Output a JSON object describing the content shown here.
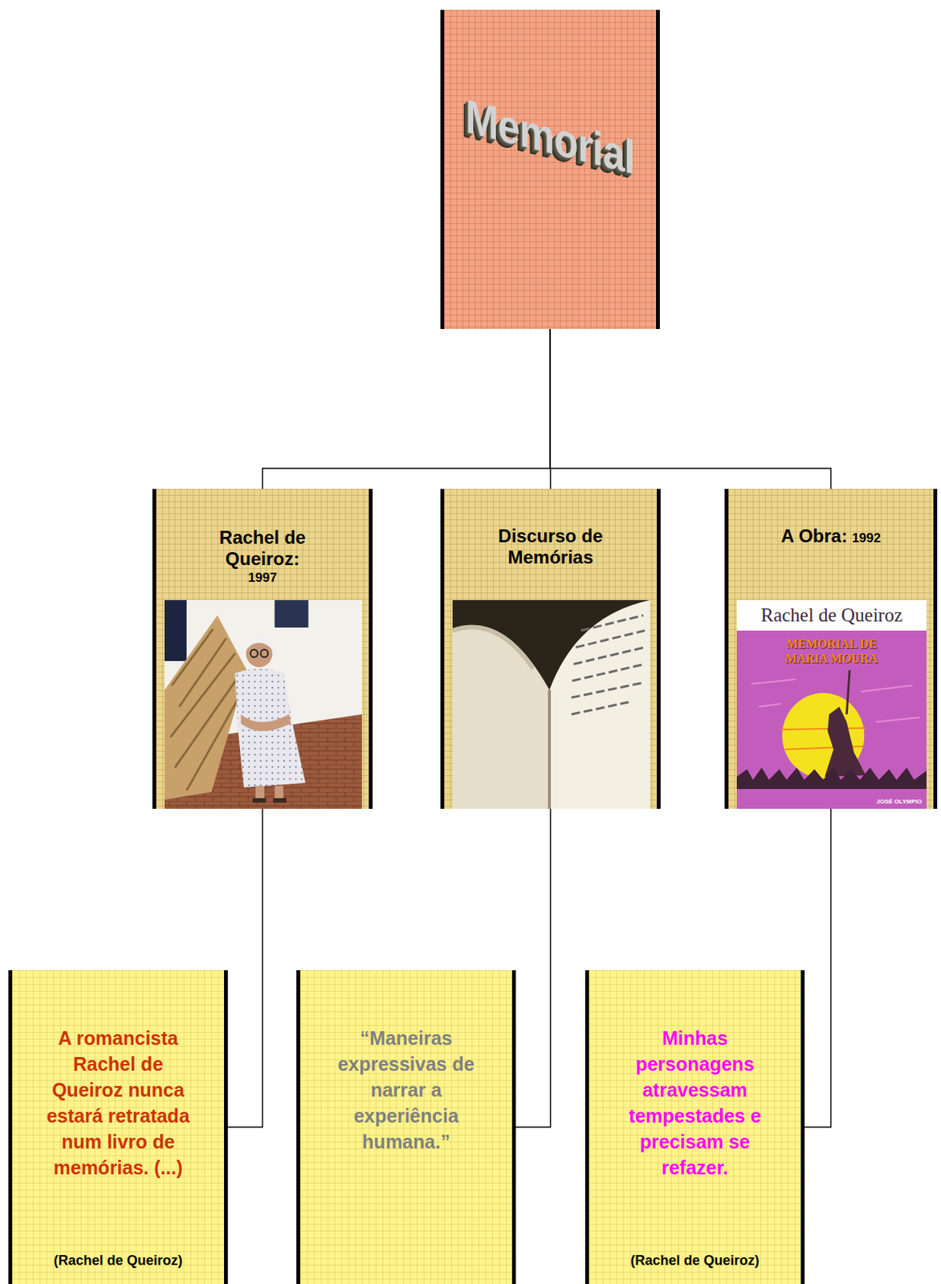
{
  "diagram": {
    "nodes": [
      {
        "text": [
          "Memorial"
        ]
      },
      {
        "text": [
          "Rachel de Queiroz:",
          "1997"
        ]
      },
      {
        "text": [
          "Discurso de Memórias"
        ]
      },
      {
        "text": [
          "A Obra:",
          "1992"
        ]
      },
      {
        "text": [
          "A romancista Rachel de Queiroz nunca estará retratada num livro de memórias. (...)",
          "(Rachel de Queiroz)"
        ]
      },
      {
        "text": [
          "“Maneiras expressivas de narrar a experiência humana.”"
        ]
      },
      {
        "text": [
          "Minhas personagens atravessam tempestades e precisam se refazer.",
          "(Rachel de Queiroz)"
        ]
      }
    ],
    "edges": [
      {
        "from": 0,
        "to": 1,
        "arrow": "none"
      },
      {
        "from": 0,
        "to": 2,
        "arrow": "none"
      },
      {
        "from": 0,
        "to": 3,
        "arrow": "none"
      },
      {
        "from": 1,
        "to": 4,
        "arrow": "none"
      },
      {
        "from": 2,
        "to": 5,
        "arrow": "none"
      },
      {
        "from": 3,
        "to": 6,
        "arrow": "none"
      }
    ],
    "labels": [
      "Rachel de Queiroz",
      "MEMORIAL DE MARIA MOURA",
      "JOSÉ OLYMPIO"
    ]
  }
}
